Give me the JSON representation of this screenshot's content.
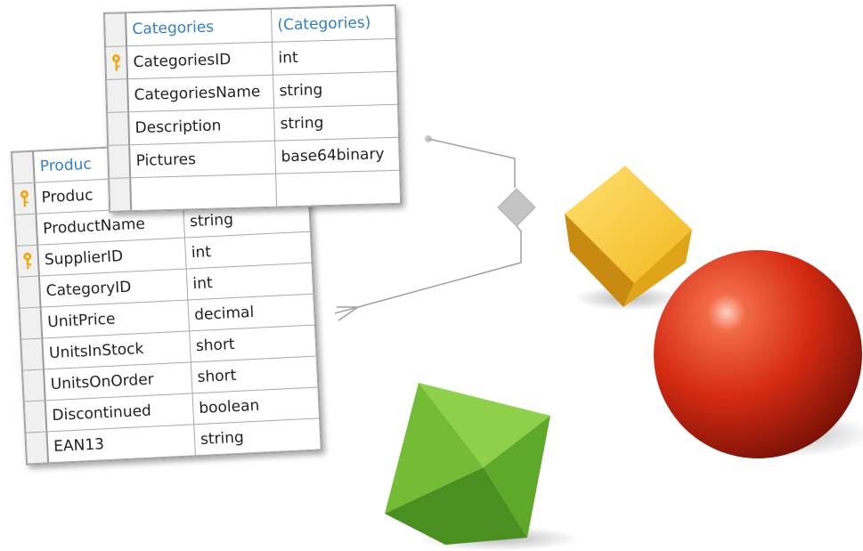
{
  "products_table": {
    "header_name": "Produc",
    "header_type": "",
    "rows": [
      {
        "name": "Produc",
        "type": "",
        "key": true
      },
      {
        "name": "ProductName",
        "type": "string",
        "key": false
      },
      {
        "name": "SupplierID",
        "type": "int",
        "key": true
      },
      {
        "name": "CategoryID",
        "type": "int",
        "key": false
      },
      {
        "name": "UnitPrice",
        "type": "decimal",
        "key": false
      },
      {
        "name": "UnitsInStock",
        "type": "short",
        "key": false
      },
      {
        "name": "UnitsOnOrder",
        "type": "short",
        "key": false
      },
      {
        "name": "Discontinued",
        "type": "boolean",
        "key": false
      },
      {
        "name": "EAN13",
        "type": "string",
        "key": false
      }
    ]
  },
  "categories_table": {
    "header_name": "Categories",
    "header_type": "(Categories)",
    "rows": [
      {
        "name": "CategoriesID",
        "type": "int",
        "key": true
      },
      {
        "name": "CategoriesName",
        "type": "string",
        "key": false
      },
      {
        "name": "Description",
        "type": "string",
        "key": false
      },
      {
        "name": "Pictures",
        "type": "base64binary",
        "key": false
      },
      {
        "name": "",
        "type": "",
        "key": false
      }
    ]
  },
  "colors": {
    "header_text": "#2f7fc8",
    "key_icon": "#f0a818",
    "relation_line": "#a0a0a0",
    "cube": "#f2c230",
    "sphere": "#d42a12",
    "octahedron": "#6cb630"
  },
  "icons": {
    "primary_key": "key-icon",
    "relationship": "diamond-connector-icon"
  }
}
